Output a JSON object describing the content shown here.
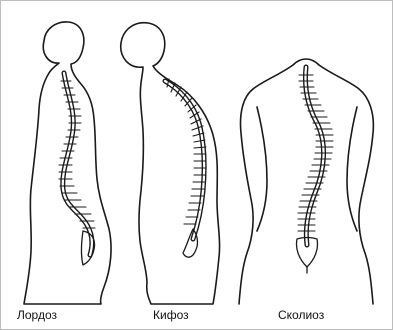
{
  "labels": {
    "lordosis": "Лордоз",
    "kyphosis": "Кифоз",
    "scoliosis": "Сколиоз"
  },
  "colors": {
    "outline": "#1a1a1a",
    "fill": "#ffffff",
    "frame": "#bdbdbd"
  }
}
